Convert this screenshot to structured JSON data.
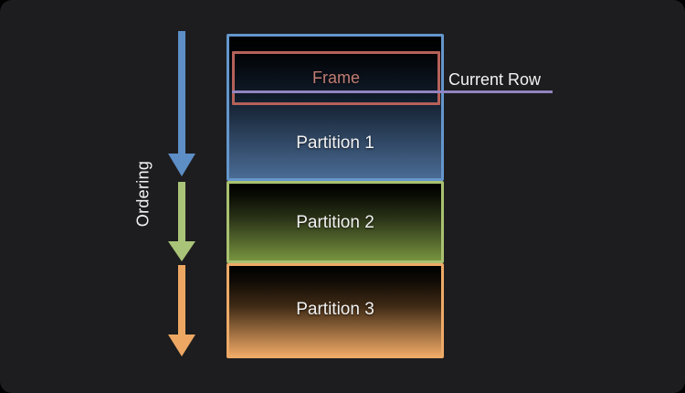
{
  "slide": {
    "ordering_label": "Ordering",
    "frame_label": "Frame",
    "current_row_label": "Current Row",
    "partitions": [
      {
        "label": "Partition 1"
      },
      {
        "label": "Partition 2"
      },
      {
        "label": "Partition 3"
      }
    ]
  },
  "colors": {
    "slide_background": "#1d1d1f",
    "label_text": "#f2f2f2",
    "arrow_blue": "#5d8ec6",
    "arrow_green": "#a9c478",
    "arrow_orange": "#eda763",
    "partition1_border": "#6496cb",
    "partition1_fill": "#4a6b94",
    "partition2_border": "#a9c170",
    "partition2_fill": "#77933f",
    "partition3_border": "#edaa67",
    "partition3_fill": "#eca765",
    "frame_border": "#b56159",
    "frame_text": "#c17d74",
    "current_row_line": "#9184c0"
  }
}
